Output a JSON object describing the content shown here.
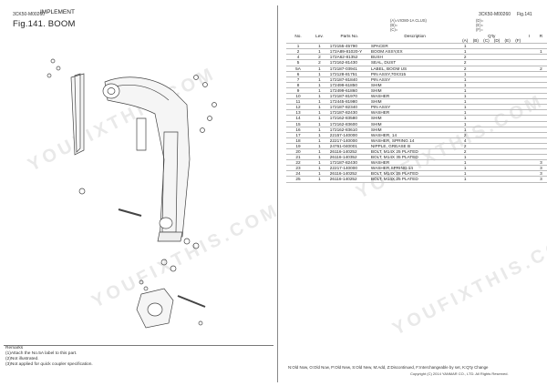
{
  "header": {
    "left_code": "3CK50-M00260",
    "left_title": "IMPLEMENT",
    "fig_title": "Fig.141.  BOOM",
    "right_code": "3CK50-M00260",
    "right_fig": "Fig.141"
  },
  "models": [
    "(A)=VIO80-1A CLUS)",
    "(B)=",
    "(C)="
  ],
  "models_right": [
    "(D)=",
    "(E)=",
    "(F)="
  ],
  "table": {
    "headers": {
      "no": "No.",
      "lev": "Lev.",
      "pn": "Parts No.",
      "desc": "Description",
      "qty": "Q'ty",
      "i": "I",
      "r": "R"
    },
    "qty_cols": [
      "(A)",
      "(B)",
      "(C)",
      "(D)",
      "(E)",
      "(F)"
    ],
    "rows": [
      {
        "no": "1",
        "lev": "1",
        "pn": "172155-45790",
        "desc": "SPACER",
        "a": "1",
        "r": ""
      },
      {
        "no": "2",
        "lev": "1",
        "pn": "172A89-81020-Y",
        "desc": "BOOM ASSY,EX",
        "a": "1",
        "r": "1"
      },
      {
        "no": "4",
        "lev": "2",
        "pn": "172A62-81352",
        "desc": "BUSH",
        "a": "2",
        "r": ""
      },
      {
        "no": "5",
        "lev": "2",
        "pn": "172162-81430",
        "desc": "SEAL, DUST",
        "a": "2",
        "r": ""
      },
      {
        "no": "5A",
        "lev": "1",
        "pn": "172187-03941",
        "desc": "LABEL, BOOM US",
        "a": "2",
        "r": "2"
      },
      {
        "no": "6",
        "lev": "1",
        "pn": "172128-81751",
        "desc": "PIN ASSY,70X315",
        "a": "1",
        "r": ""
      },
      {
        "no": "7",
        "lev": "1",
        "pn": "172187-81840",
        "desc": "PIN ASSY",
        "a": "1",
        "r": ""
      },
      {
        "no": "8",
        "lev": "1",
        "pn": "172499-61850",
        "desc": "SHIM",
        "a": "1",
        "r": ""
      },
      {
        "no": "9",
        "lev": "1",
        "pn": "172499-61860",
        "desc": "SHIM",
        "a": "1",
        "r": ""
      },
      {
        "no": "10",
        "lev": "1",
        "pn": "172187-81970",
        "desc": "WASHER",
        "a": "1",
        "r": ""
      },
      {
        "no": "11",
        "lev": "1",
        "pn": "172445-81980",
        "desc": "SHIM",
        "a": "1",
        "r": ""
      },
      {
        "no": "12",
        "lev": "1",
        "pn": "172187-82340",
        "desc": "PIN ASSY",
        "a": "1",
        "r": ""
      },
      {
        "no": "13",
        "lev": "1",
        "pn": "172187-82430",
        "desc": "WASHER",
        "a": "1",
        "r": ""
      },
      {
        "no": "14",
        "lev": "1",
        "pn": "172162-83580",
        "desc": "SHIM",
        "a": "1",
        "r": ""
      },
      {
        "no": "15",
        "lev": "1",
        "pn": "172162-83600",
        "desc": "SHIM",
        "a": "1",
        "r": ""
      },
      {
        "no": "16",
        "lev": "1",
        "pn": "172162-83610",
        "desc": "SHIM",
        "a": "1",
        "r": ""
      },
      {
        "no": "17",
        "lev": "1",
        "pn": "22157-140000",
        "desc": "WASHER, 14",
        "a": "2",
        "r": ""
      },
      {
        "no": "18",
        "lev": "1",
        "pn": "22217-140000",
        "desc": "WASHER, SPRING 14",
        "a": "4",
        "r": ""
      },
      {
        "no": "19",
        "lev": "1",
        "pn": "24761-040001",
        "desc": "NIPPLE, GREASE B",
        "a": "2",
        "r": ""
      },
      {
        "no": "20",
        "lev": "1",
        "pn": "26116-140252",
        "desc": "BOLT, M14X 25 PLATED",
        "a": "2",
        "r": ""
      },
      {
        "no": "21",
        "lev": "1",
        "pn": "26116-140352",
        "desc": "BOLT, M14X 35 PLATED",
        "a": "1",
        "r": ""
      },
      {
        "no": "22",
        "lev": "1",
        "pn": "172187-82430",
        "desc": "WASHER",
        "a": "1",
        "r": "3"
      },
      {
        "no": "23",
        "lev": "1",
        "pn": "22217-140000",
        "desc": "WASHER,SPRING 14",
        "a": "1",
        "r": "3"
      },
      {
        "no": "24",
        "lev": "1",
        "pn": "26116-140252",
        "desc": "BOLT, M14X 25 PLATED",
        "a": "1",
        "r": "3"
      },
      {
        "no": "25",
        "lev": "1",
        "pn": "26116-140252",
        "desc": "BOLT, M14X 25 PLATED",
        "a": "1",
        "r": "3"
      }
    ]
  },
  "remarks": {
    "title": "Remarks",
    "items": [
      "(1)Attach the No.5A label to this part.",
      "(2)Not illustrated.",
      "(3)Not applied for quick coupler specification."
    ]
  },
  "footer": {
    "legend": "N:Old Now, O:Old Now, P:Old New, S:Old New, M:Add, Z:Discontinued, F:Interchangeable by set, K:Q'ty Change",
    "copyright": "Copyright (C) 2014 YANMAR CO., LTD. All Rights Reserved."
  },
  "watermark": "YOUFIXTHIS.COM"
}
